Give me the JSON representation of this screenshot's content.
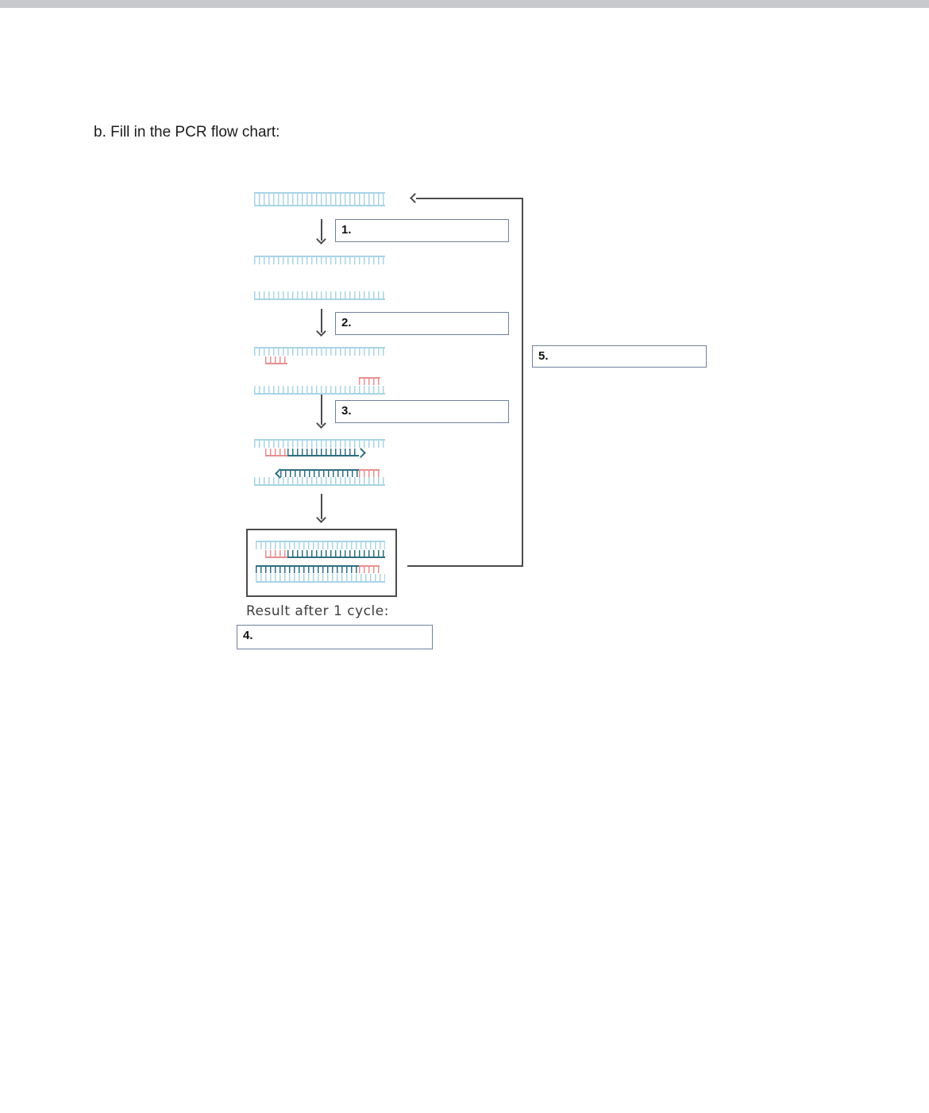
{
  "colors": {
    "template-strand": "#a9d4e6",
    "new-strand": "#2f6f80",
    "primer": "#e89090",
    "answer-box-border": "#70809f",
    "line": "#4c4c4c",
    "top-bar": "#c7c9cc"
  },
  "document": {
    "title": "b. Fill in the PCR flow chart:",
    "flowchart": {
      "box1": "1.",
      "box2": "2.",
      "box3": "3.",
      "box4": "4.",
      "box5": "5.",
      "result_caption": "Result after 1 cycle:"
    }
  }
}
